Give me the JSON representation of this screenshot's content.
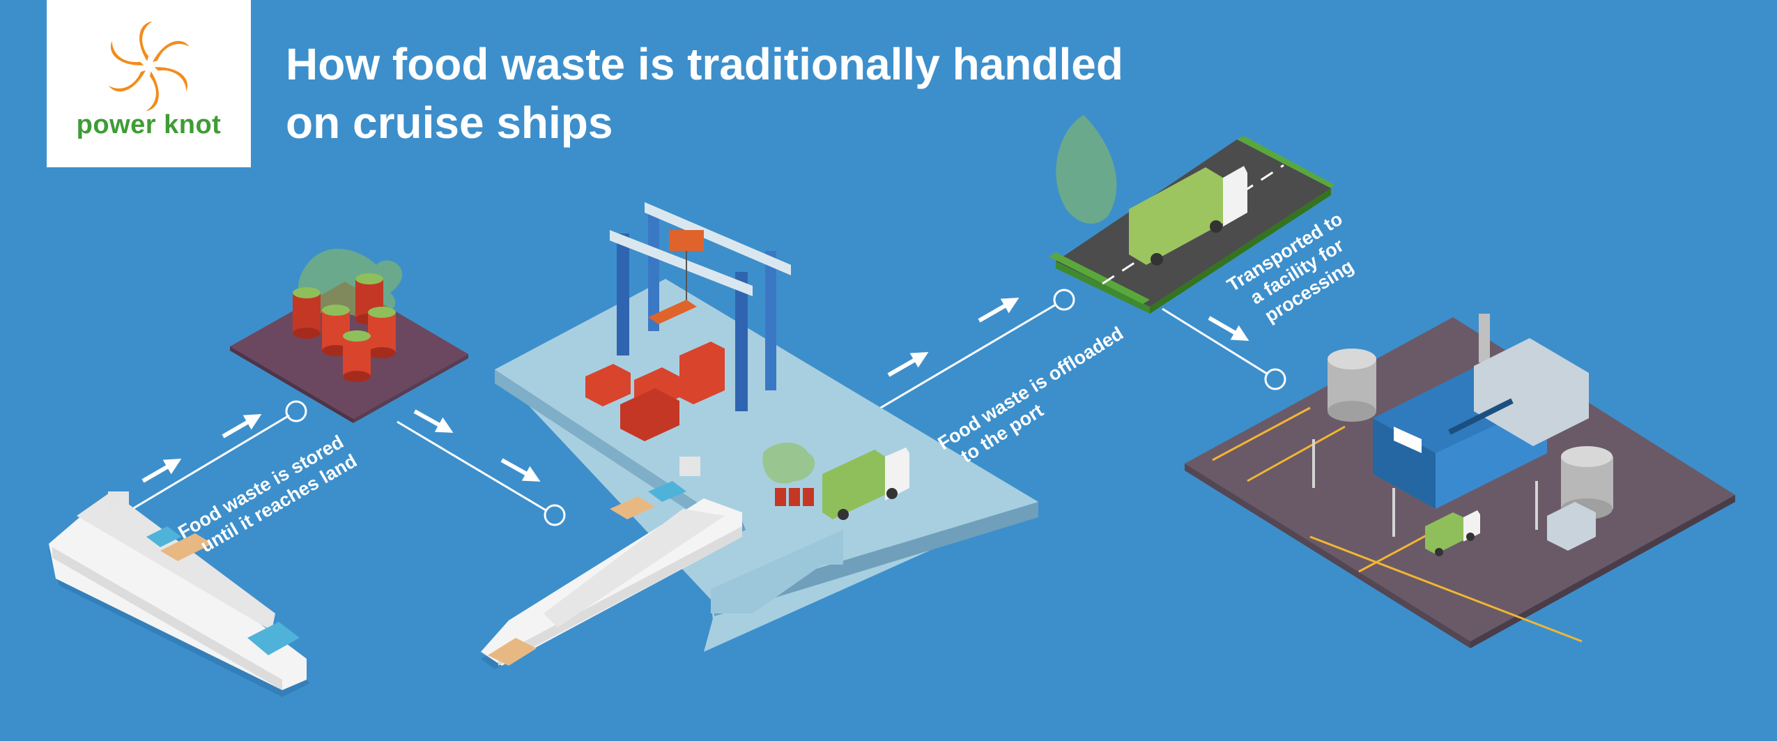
{
  "logo": {
    "text": "power knot",
    "icon": "swirl-logo-icon",
    "color": "#3f9c35",
    "accent": "#f28c1c"
  },
  "title": {
    "line1": "How food waste is traditionally handled",
    "line2": "on cruise ships"
  },
  "steps": [
    {
      "line1": "Food waste is stored",
      "line2": "until it reaches land"
    },
    {
      "line1": "Food waste is offloaded",
      "line2": "to the port"
    },
    {
      "line1": "Transported to",
      "line2": "a facility for",
      "line3": "processing"
    }
  ],
  "colors": {
    "background": "#3d8fcb",
    "text": "#ffffff",
    "waste": "#8fbf5a",
    "container": "#d9442c",
    "factory": "#2f7bbd"
  }
}
